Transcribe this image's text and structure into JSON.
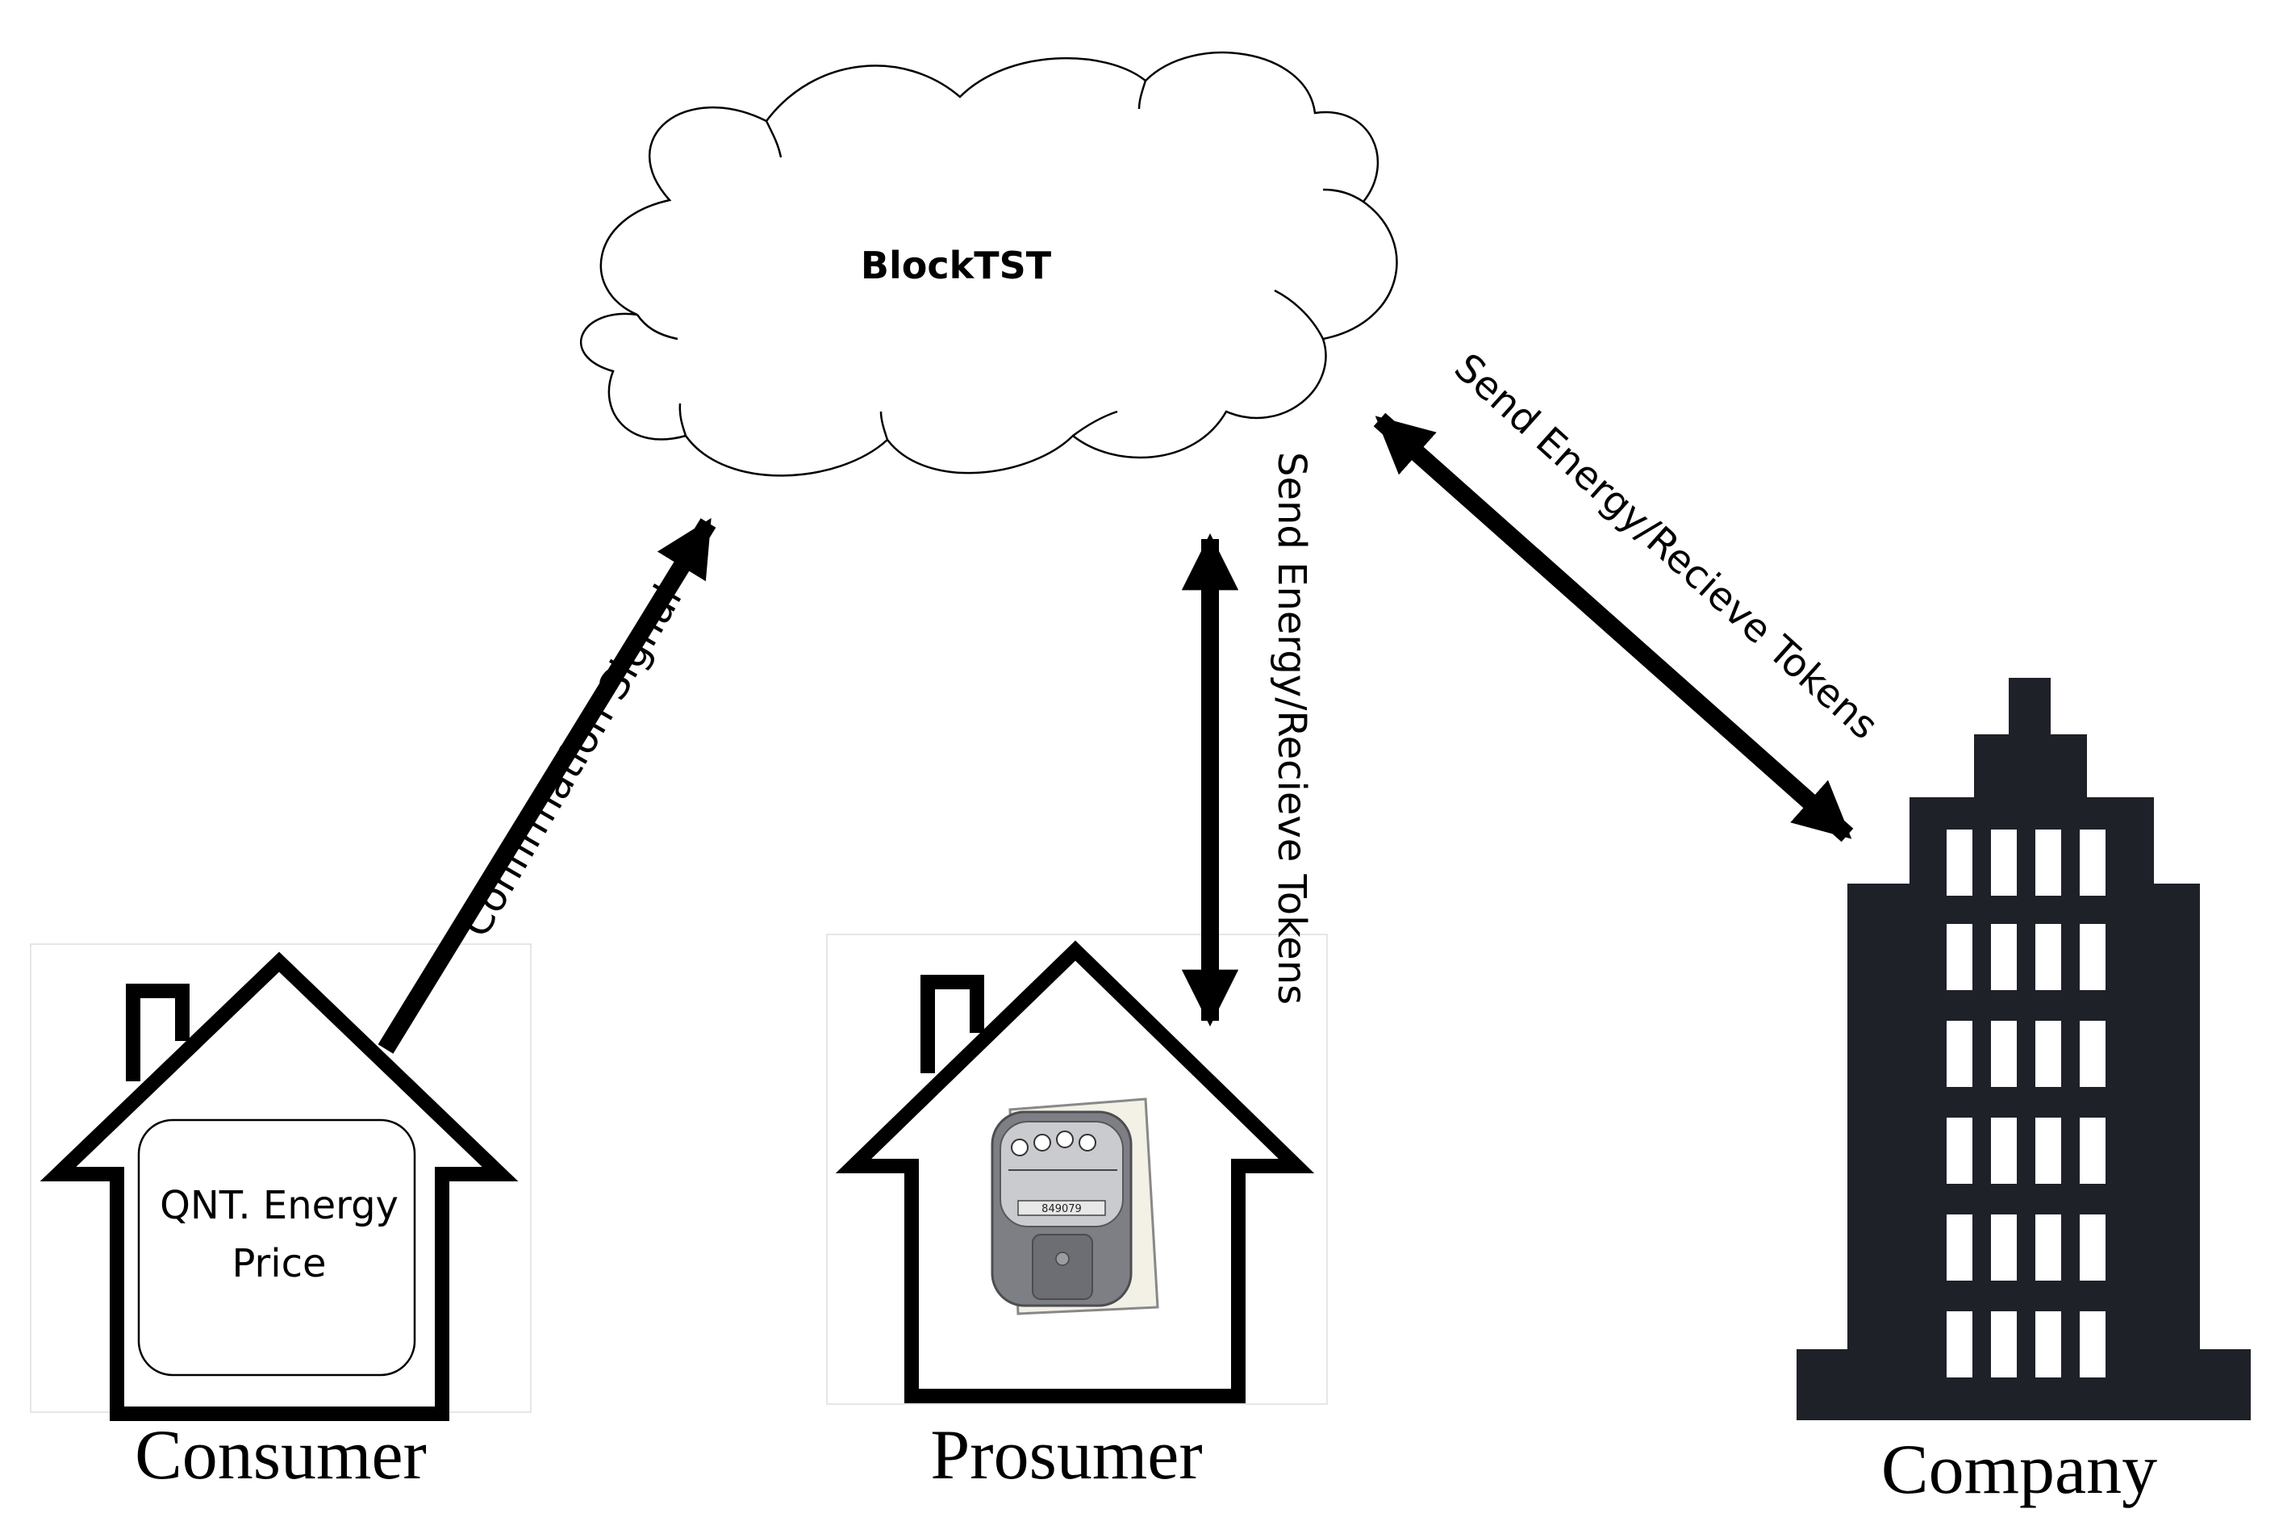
{
  "cloud": {
    "label": "BlockTST"
  },
  "nodes": {
    "consumer": {
      "label": "Consumer",
      "box_line1": "QNT. Energy",
      "box_line2": "Price"
    },
    "prosumer": {
      "label": "Prosumer",
      "meter_digits": "849079"
    },
    "company": {
      "label": "Company"
    }
  },
  "edges": {
    "consumer_to_cloud": {
      "label": "Confirmation Signal"
    },
    "prosumer_cloud": {
      "label": "Send Energy/Recieve Tokens"
    },
    "company_cloud": {
      "label": "Send Energy/Recieve Tokens"
    }
  },
  "colors": {
    "stroke": "#000000",
    "building": "#1f2129",
    "window": "#ffffff",
    "meter_body": "#7d7f84",
    "meter_back": "#f3f0e6"
  }
}
